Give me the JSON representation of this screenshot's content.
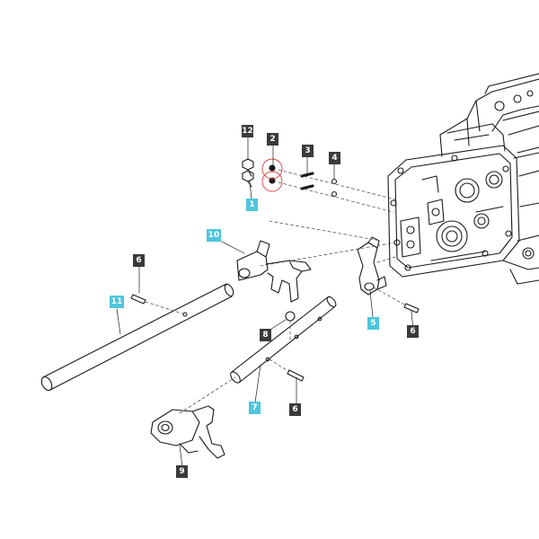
{
  "colors": {
    "line": "#1a1a1a",
    "dash": "#555555",
    "label_dark": "#3a3a3a",
    "label_cyan": "#4ec6dc",
    "highlight_circle": "#e04040"
  },
  "callouts": {
    "c1": "1",
    "c2": "2",
    "c3": "3",
    "c4": "4",
    "c5": "5",
    "c6a": "6",
    "c6b": "6",
    "c6c": "6",
    "c7": "7",
    "c8": "8",
    "c9": "9",
    "c10": "10",
    "c11": "11",
    "c12": "12"
  }
}
